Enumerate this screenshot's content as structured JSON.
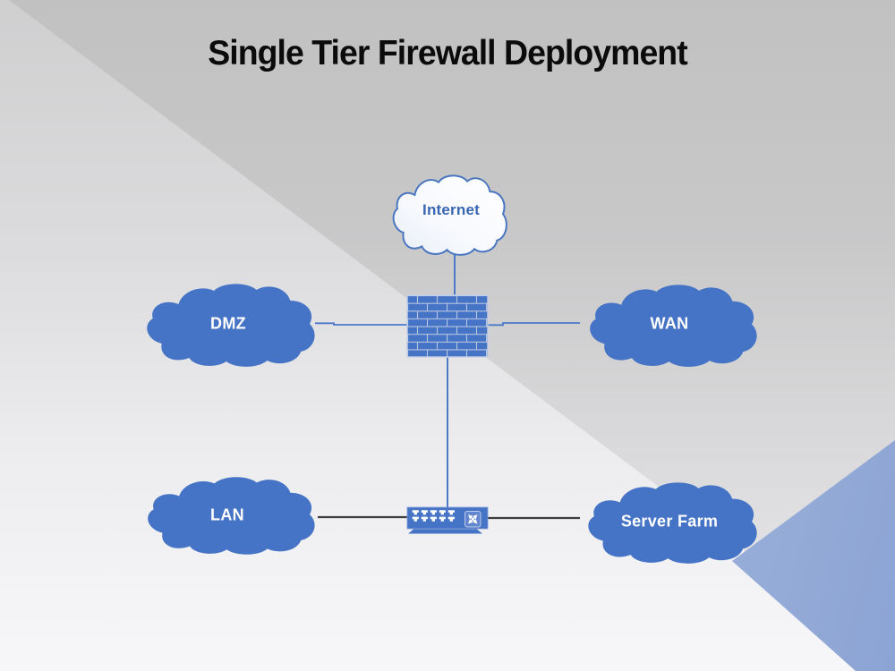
{
  "title": "Single Tier Firewall Deployment",
  "nodes": {
    "internet": {
      "label": "Internet",
      "shape": "cloud-outline"
    },
    "dmz": {
      "label": "DMZ",
      "shape": "cloud-solid"
    },
    "wan": {
      "label": "WAN",
      "shape": "cloud-solid"
    },
    "lan": {
      "label": "LAN",
      "shape": "cloud-solid"
    },
    "server_farm": {
      "label": "Server Farm",
      "shape": "cloud-solid"
    }
  },
  "devices": {
    "firewall": {
      "icon": "firewall-brick-wall-icon"
    },
    "switch": {
      "icon": "network-switch-icon",
      "port_count": 10
    }
  },
  "connections": [
    {
      "from": "internet",
      "to": "firewall",
      "color": "#4b79c8"
    },
    {
      "from": "dmz",
      "to": "firewall",
      "color": "#4b79c8"
    },
    {
      "from": "firewall",
      "to": "wan",
      "color": "#4b79c8"
    },
    {
      "from": "firewall",
      "to": "switch",
      "color": "#4b79c8"
    },
    {
      "from": "lan",
      "to": "switch",
      "color": "#3d3d3d"
    },
    {
      "from": "switch",
      "to": "server_farm",
      "color": "#3d3d3d"
    }
  ],
  "colors": {
    "cloud_fill": "#4573c5",
    "cloud_text": "#ffffff",
    "internet_cloud_fill": "#ffffff",
    "internet_cloud_stroke": "#4a76c0",
    "internet_text": "#3866b2",
    "firewall_brick": "#4573c6",
    "firewall_mortar": "#b9c6e0",
    "title_text": "#0b0b0b",
    "accent_triangle": "#8ca4d4",
    "blue_connector": "#4b79c8",
    "dark_connector": "#3d3d3d"
  }
}
